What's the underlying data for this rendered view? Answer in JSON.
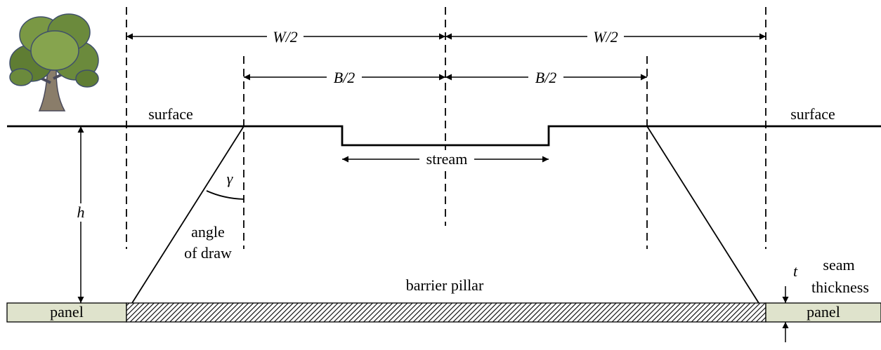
{
  "diagram": {
    "labels": {
      "half_width_left": "W/2",
      "half_width_right": "W/2",
      "half_barrier_left": "B/2",
      "half_barrier_right": "B/2",
      "surface_left": "surface",
      "surface_right": "surface",
      "stream": "stream",
      "depth": "h",
      "gamma": "γ",
      "angle_of_draw_line1": "angle",
      "angle_of_draw_line2": "of draw",
      "barrier_pillar": "barrier pillar",
      "panel_left": "panel",
      "panel_right": "panel",
      "thickness_symbol": "t",
      "seam_thickness_line1": "seam",
      "seam_thickness_line2": "thickness"
    },
    "icons": {
      "tree": "tree-icon"
    },
    "colors": {
      "line": "#000000",
      "panel_fill": "#dfe3cc",
      "tree_leaf": "#6b8a3c",
      "tree_trunk": "#8a7d6a"
    }
  }
}
